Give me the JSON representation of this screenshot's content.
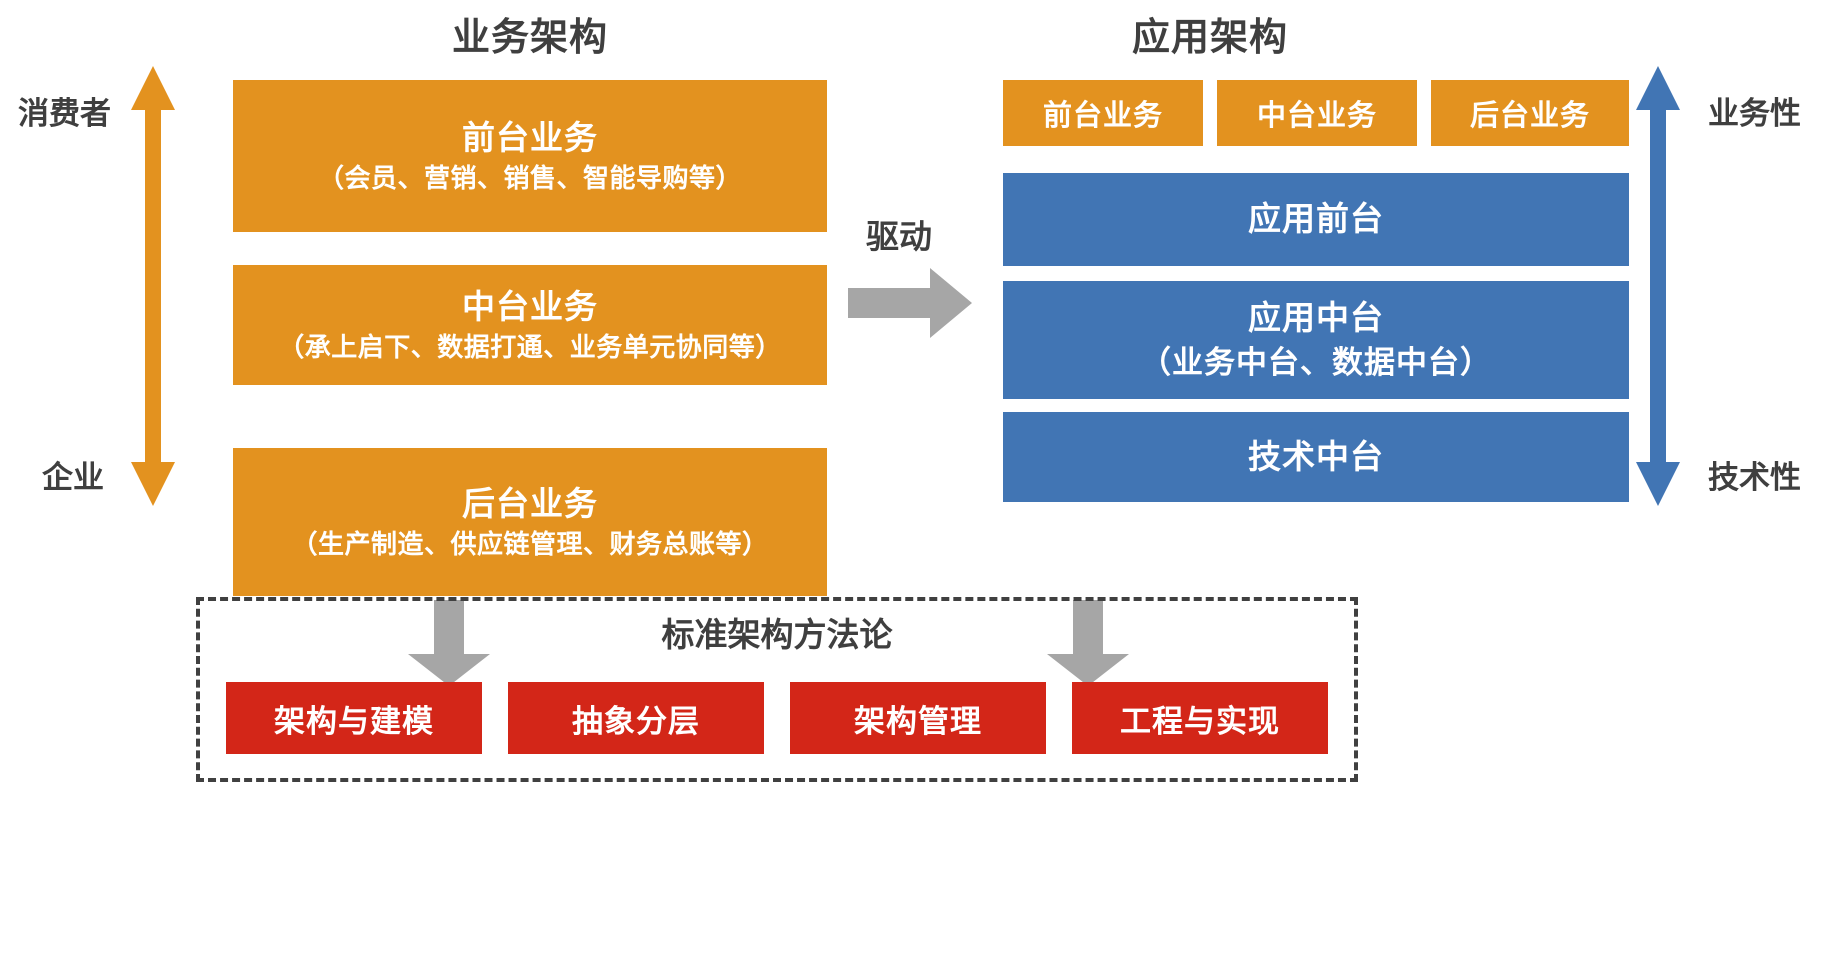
{
  "colors": {
    "orange": "#E3921F",
    "blue": "#4175B4",
    "red": "#D32618",
    "gray_arrow": "#A6A6A6",
    "text_dark": "#3F3F3F",
    "dashed_border": "#404040",
    "background": "#FFFFFF"
  },
  "business_architecture": {
    "title": "业务架构",
    "axis": {
      "top_label": "消费者",
      "bottom_label": "企业",
      "arrow": "double-headed-vertical-arrow",
      "color": "#E3921F"
    },
    "layers": [
      {
        "id": "front",
        "title": "前台业务",
        "subtitle": "（会员、营销、销售、智能导购等）"
      },
      {
        "id": "middle",
        "title": "中台业务",
        "subtitle": "（承上启下、数据打通、业务单元协同等）"
      },
      {
        "id": "back",
        "title": "后台业务",
        "subtitle": "（生产制造、供应链管理、财务总账等）"
      }
    ]
  },
  "connector": {
    "label": "驱动",
    "arrow": "right-arrow",
    "color": "#A6A6A6"
  },
  "application_architecture": {
    "title": "应用架构",
    "axis": {
      "top_label": "业务性",
      "bottom_label": "技术性",
      "arrow": "double-headed-vertical-arrow",
      "color": "#4175B4"
    },
    "chips": [
      {
        "id": "front",
        "label": "前台业务"
      },
      {
        "id": "middle",
        "label": "中台业务"
      },
      {
        "id": "back",
        "label": "后台业务"
      }
    ],
    "layers": [
      {
        "id": "app-front",
        "title": "应用前台",
        "subtitle": ""
      },
      {
        "id": "app-middle",
        "title": "应用中台",
        "subtitle": "（业务中台、数据中台）"
      },
      {
        "id": "app-tech",
        "title": "技术中台",
        "subtitle": ""
      }
    ]
  },
  "methodology": {
    "title": "标准架构方法论",
    "border_style": "dashed",
    "pills": [
      {
        "id": "modeling",
        "label": "架构与建模"
      },
      {
        "id": "layering",
        "label": "抽象分层"
      },
      {
        "id": "management",
        "label": "架构管理"
      },
      {
        "id": "engineering",
        "label": "工程与实现"
      }
    ]
  }
}
